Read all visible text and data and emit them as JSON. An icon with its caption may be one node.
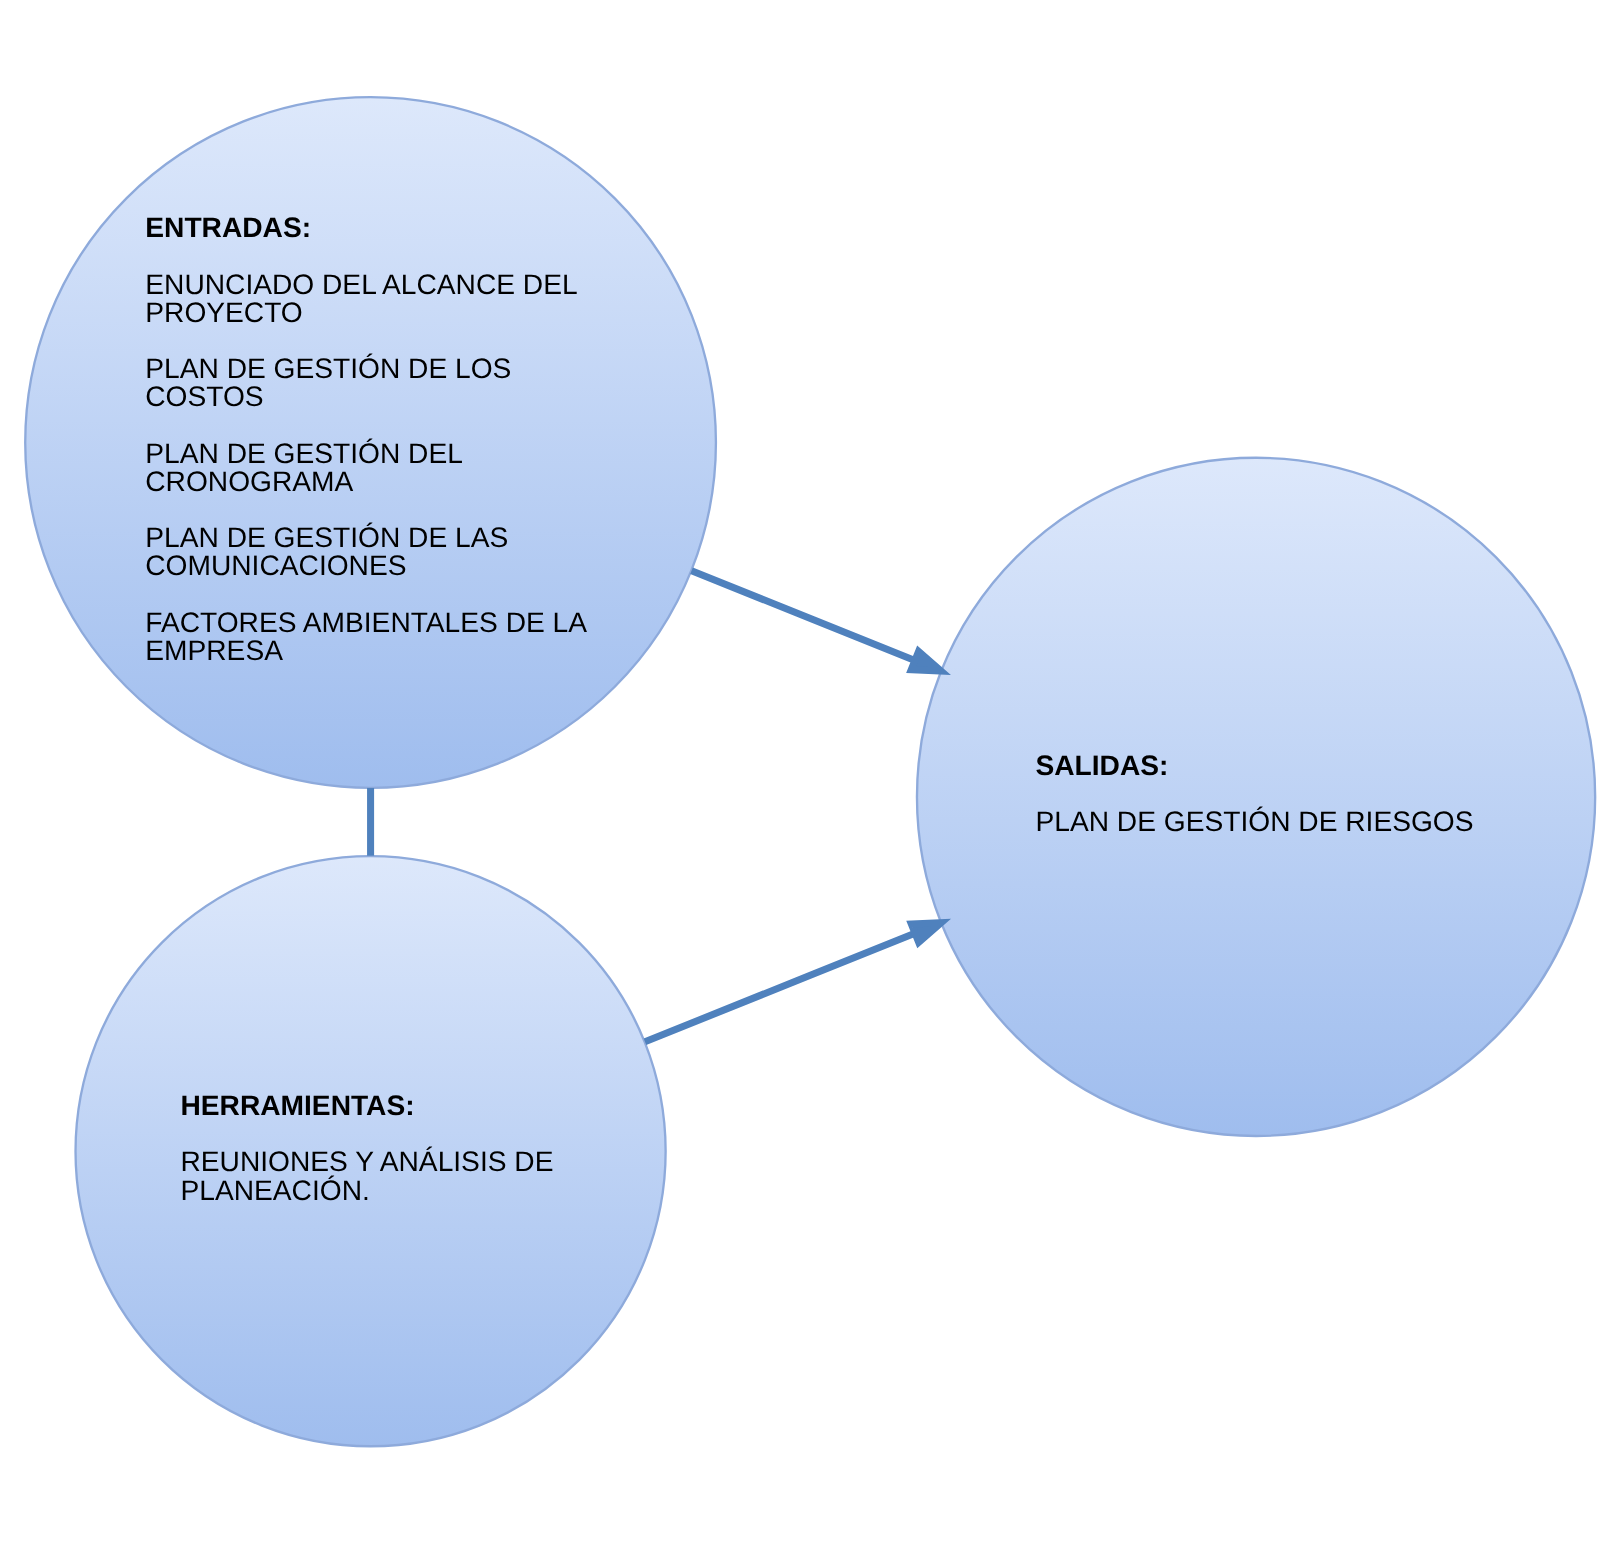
{
  "diagram": {
    "nodes": [
      {
        "text": [
          "ENTRADAS:",
          "ENUNCIADO DEL ALCANCE DEL PROYECTO",
          "PLAN DE GESTIÓN DE LOS COSTOS",
          "PLAN DE GESTIÓN DEL CRONOGRAMA",
          "PLAN DE GESTIÓN DE LAS COMUNICACIONES",
          "FACTORES AMBIENTALES DE LA EMPRESA"
        ]
      },
      {
        "text": [
          "HERRAMIENTAS:",
          "REUNIONES Y ANÁLISIS DE PLANEACIÓN."
        ]
      },
      {
        "text": [
          "SALIDAS:",
          "PLAN DE GESTIÓN DE RIESGOS"
        ]
      }
    ],
    "edges": [
      {
        "from": 0,
        "to": 1,
        "arrow": "none"
      },
      {
        "from": 0,
        "to": 2,
        "arrow": "to"
      },
      {
        "from": 1,
        "to": 2,
        "arrow": "to"
      }
    ]
  }
}
